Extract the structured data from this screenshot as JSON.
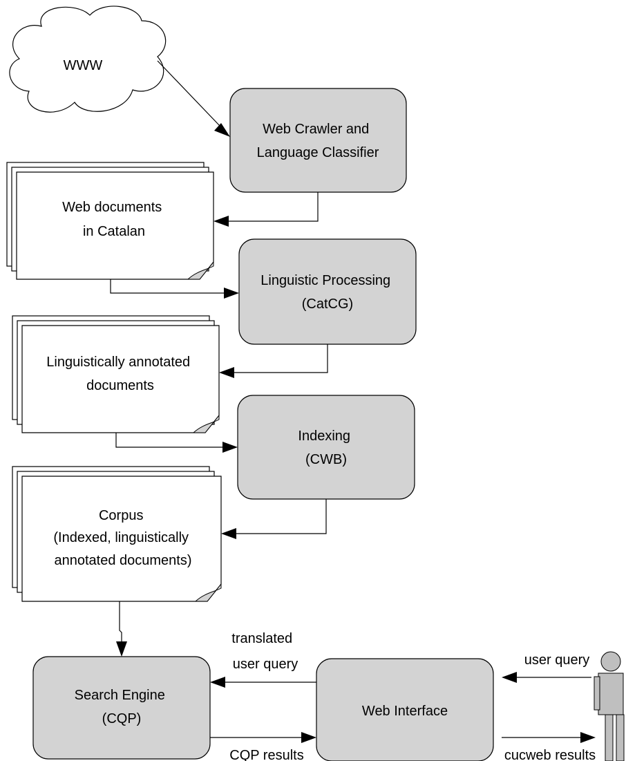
{
  "nodes": {
    "www": {
      "label": "WWW"
    },
    "crawler": {
      "lines": [
        "Web Crawler and",
        "Language Classifier"
      ]
    },
    "web_docs": {
      "lines": [
        "Web documents",
        "in Catalan"
      ]
    },
    "linguistic": {
      "lines": [
        "Linguistic Processing",
        "(CatCG)"
      ]
    },
    "annotated_docs": {
      "lines": [
        "Linguistically annotated",
        "documents"
      ]
    },
    "indexing": {
      "lines": [
        "Indexing",
        "(CWB)"
      ]
    },
    "corpus": {
      "lines": [
        "Corpus",
        "(Indexed, linguistically",
        "annotated documents)"
      ]
    },
    "search_engine": {
      "lines": [
        "Search Engine",
        "(CQP)"
      ]
    },
    "web_interface": {
      "lines": [
        "Web Interface"
      ]
    }
  },
  "edge_labels": {
    "translated_query": [
      "translated",
      "user query"
    ],
    "cqp_results": "CQP results",
    "user_query": "user query",
    "cucweb_results": "cucweb results"
  },
  "colors": {
    "process_fill": "#d3d3d3",
    "document_fill": "#ffffff",
    "user_fill": "#bfbfbf",
    "stroke": "#000000"
  }
}
